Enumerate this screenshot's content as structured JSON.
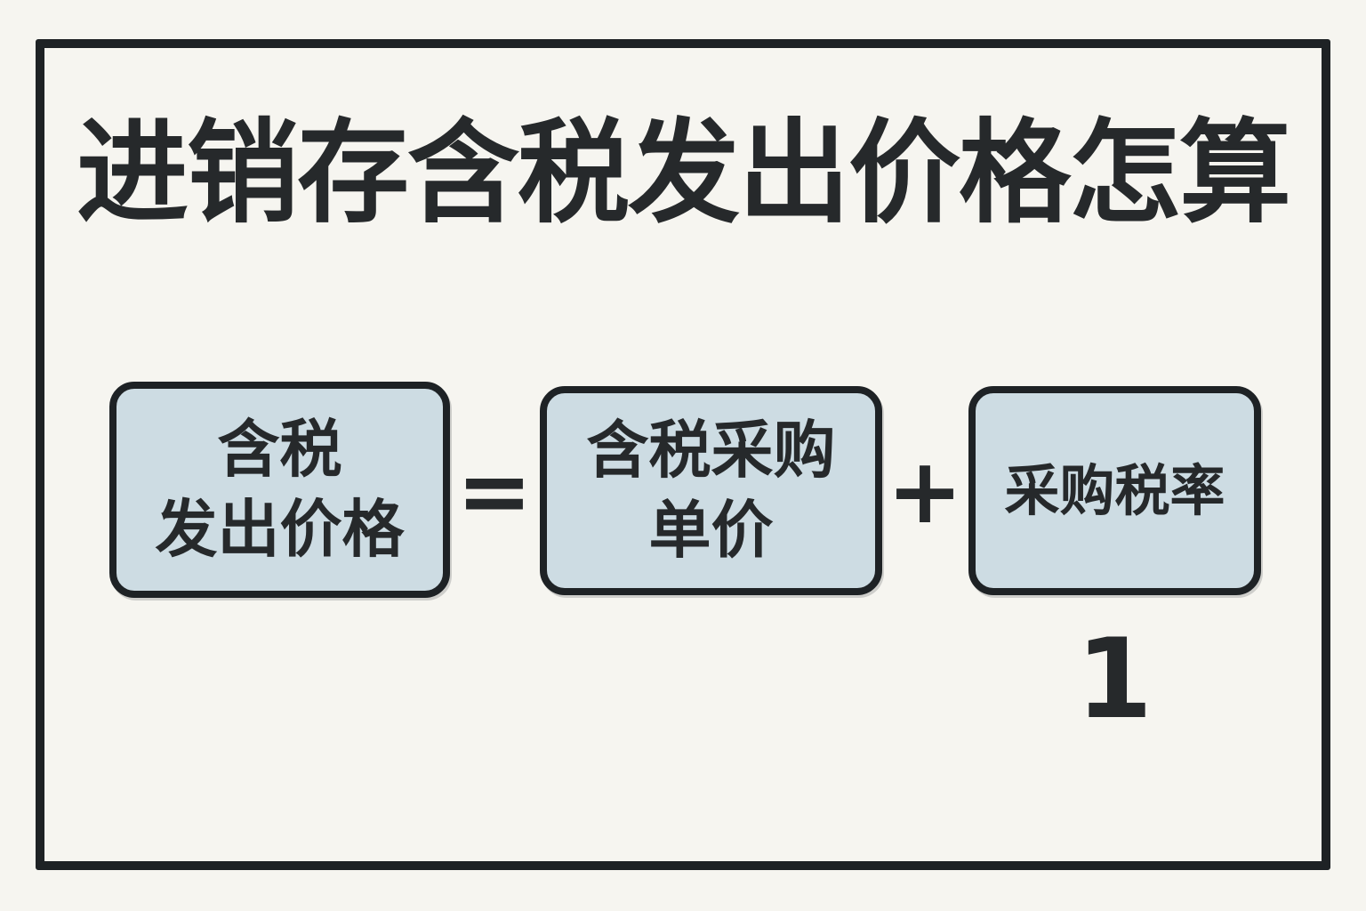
{
  "title": "进销存含税发出价格怎算",
  "formula": {
    "result_line1": "含税",
    "result_line2": "发出价格",
    "equals_sign": "=",
    "operand1_line1": "含税采购",
    "operand1_line2": "单价",
    "plus_sign": "+",
    "operand2_line1": "采购税率",
    "denominator": "1"
  },
  "colors": {
    "background": "#f6f5f0",
    "frame-border": "#1e2225",
    "box-fill": "#cddce3",
    "box-border": "#1e2225",
    "text": "#26292b"
  }
}
